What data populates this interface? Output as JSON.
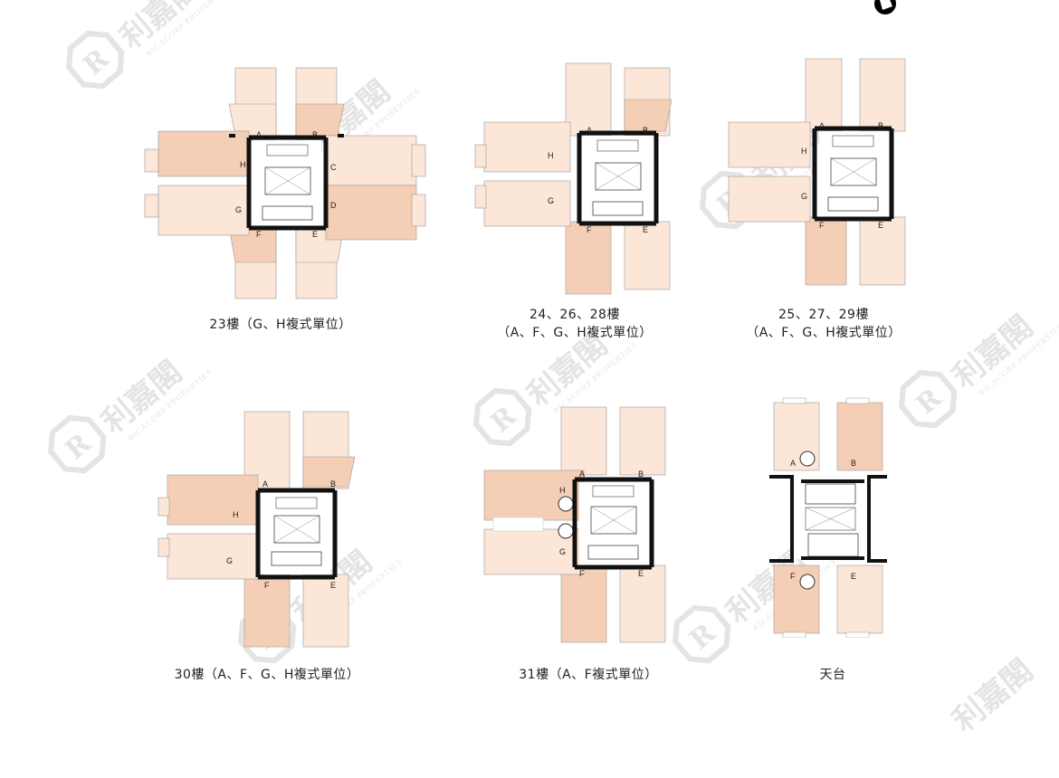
{
  "document": {
    "type": "floor-plan-sheet",
    "colors": {
      "unit_light": "#fbe6d8",
      "unit_medium": "#f5cfb5",
      "wall": "#111111",
      "core_bg": "#ffffff",
      "watermark": "#8a8a8a",
      "background": "#ffffff"
    },
    "watermark": {
      "chinese": "利嘉閣",
      "english": "RICACORP PROPERTIES",
      "logo_letter": "R"
    },
    "compass_icon": "north-arrow-icon"
  },
  "plans": [
    {
      "id": "floor-23",
      "caption_line1": "23樓（G、H複式單位）",
      "caption_line2": "",
      "units": [
        "A",
        "B",
        "C",
        "D",
        "E",
        "F",
        "G",
        "H"
      ]
    },
    {
      "id": "floor-24-26-28",
      "caption_line1": "24、26、28樓",
      "caption_line2": "（A、F、G、H複式單位）",
      "units": [
        "A",
        "B",
        "E",
        "F",
        "G",
        "H"
      ]
    },
    {
      "id": "floor-25-27-29",
      "caption_line1": "25、27、29樓",
      "caption_line2": "（A、F、G、H複式單位）",
      "units": [
        "A",
        "B",
        "E",
        "F",
        "G",
        "H"
      ]
    },
    {
      "id": "floor-30",
      "caption_line1": "30樓（A、F、G、H複式單位）",
      "caption_line2": "",
      "units": [
        "A",
        "B",
        "E",
        "F",
        "G",
        "H"
      ]
    },
    {
      "id": "floor-31",
      "caption_line1": "31樓（A、F複式單位）",
      "caption_line2": "",
      "units": [
        "A",
        "B",
        "E",
        "F",
        "G",
        "H"
      ]
    },
    {
      "id": "roof",
      "caption_line1": "天台",
      "caption_line2": "",
      "units": [
        "A",
        "B",
        "E",
        "F"
      ]
    }
  ]
}
